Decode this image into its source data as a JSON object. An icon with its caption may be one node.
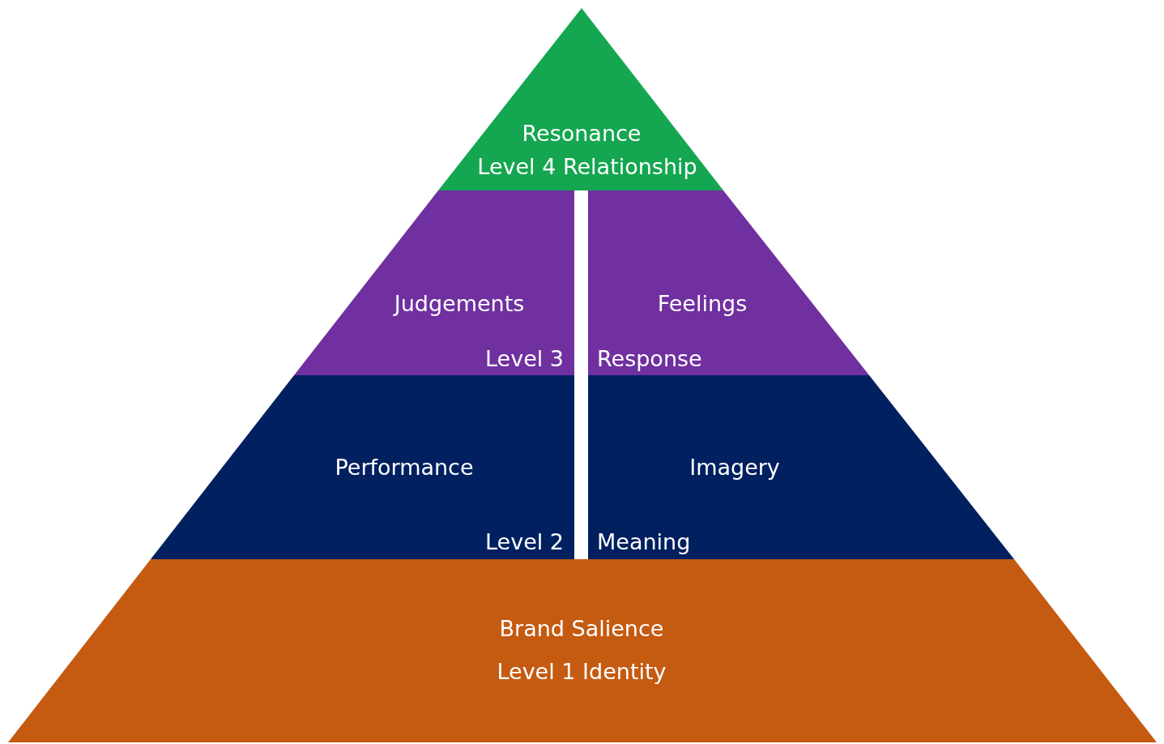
{
  "diagram": {
    "nodes": [
      {
        "text": [
          "Resonance",
          "Level 4 Relationship"
        ]
      },
      {
        "text": [
          "Judgements",
          "Level 3"
        ]
      },
      {
        "text": [
          "Feelings",
          "Response"
        ]
      },
      {
        "text": [
          "Performance",
          "Level 2"
        ]
      },
      {
        "text": [
          "Imagery",
          "Meaning"
        ]
      },
      {
        "text": [
          "Brand Salience",
          "Level 1 Identity"
        ]
      }
    ]
  }
}
